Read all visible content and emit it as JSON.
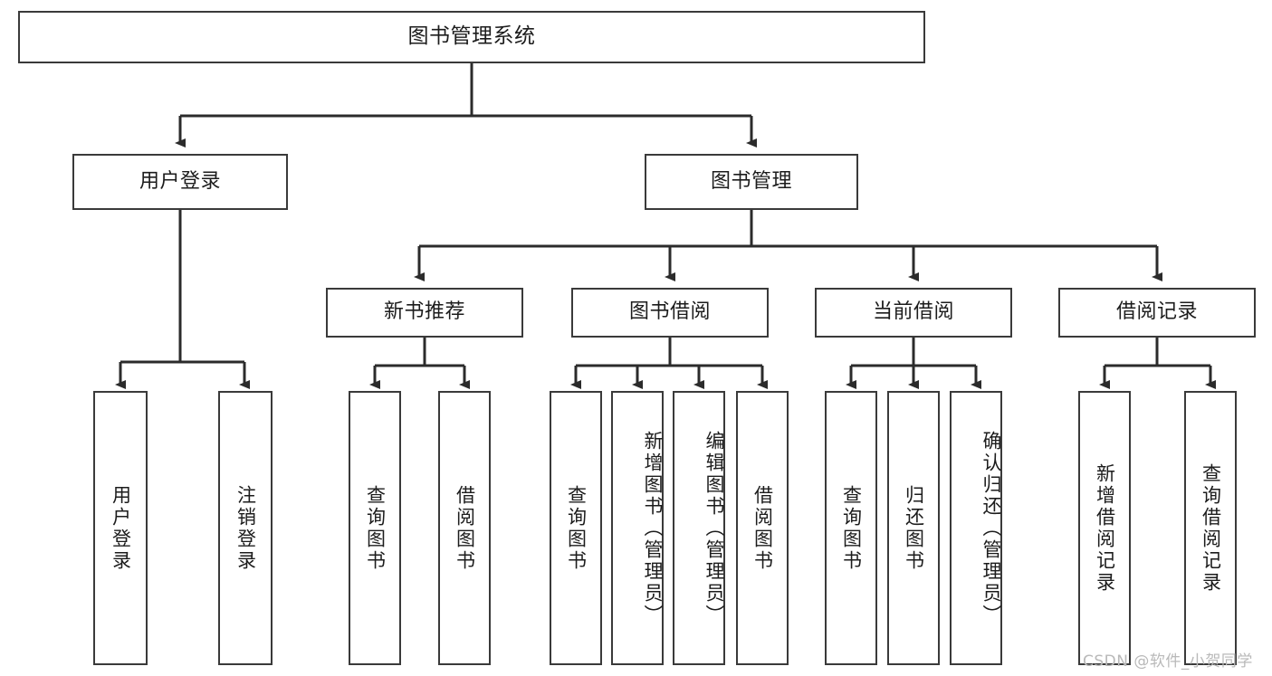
{
  "diagram": {
    "title": "图书管理系统",
    "type": "tree-hierarchy",
    "stroke_color": "#3a3a3a",
    "text_color": "#1c1c1c",
    "background_color": "#ffffff",
    "watermark": "CSDN @软件_小贺同学"
  },
  "nodes": {
    "root": {
      "label": "图书管理系统",
      "level": 1
    },
    "level2": [
      {
        "id": "user-login",
        "label": "用户登录"
      },
      {
        "id": "book-management",
        "label": "图书管理"
      }
    ],
    "level3": [
      {
        "id": "new-book-recommend",
        "label": "新书推荐"
      },
      {
        "id": "book-borrow",
        "label": "图书借阅"
      },
      {
        "id": "current-borrow",
        "label": "当前借阅"
      },
      {
        "id": "borrow-record",
        "label": "借阅记录"
      }
    ],
    "leaves": {
      "user-login": [
        {
          "id": "leaf-user-login",
          "label": "用户登录"
        },
        {
          "id": "leaf-logout-login",
          "label": "注销登录"
        }
      ],
      "new-book-recommend": [
        {
          "id": "leaf-query-book-1",
          "label": "查询图书"
        },
        {
          "id": "leaf-borrow-book-1",
          "label": "借阅图书"
        }
      ],
      "book-borrow": [
        {
          "id": "leaf-query-book-2",
          "label": "查询图书"
        },
        {
          "id": "leaf-add-book",
          "label": "新增图书（管理员）"
        },
        {
          "id": "leaf-edit-book",
          "label": "编辑图书（管理员）"
        },
        {
          "id": "leaf-borrow-book-2",
          "label": "借阅图书"
        }
      ],
      "current-borrow": [
        {
          "id": "leaf-query-book-3",
          "label": "查询图书"
        },
        {
          "id": "leaf-return-book",
          "label": "归还图书"
        },
        {
          "id": "leaf-confirm-return",
          "label": "确认归还（管理员）"
        }
      ],
      "borrow-record": [
        {
          "id": "leaf-add-record",
          "label": "新增借阅记录"
        },
        {
          "id": "leaf-query-record",
          "label": "查询借阅记录"
        }
      ]
    }
  }
}
